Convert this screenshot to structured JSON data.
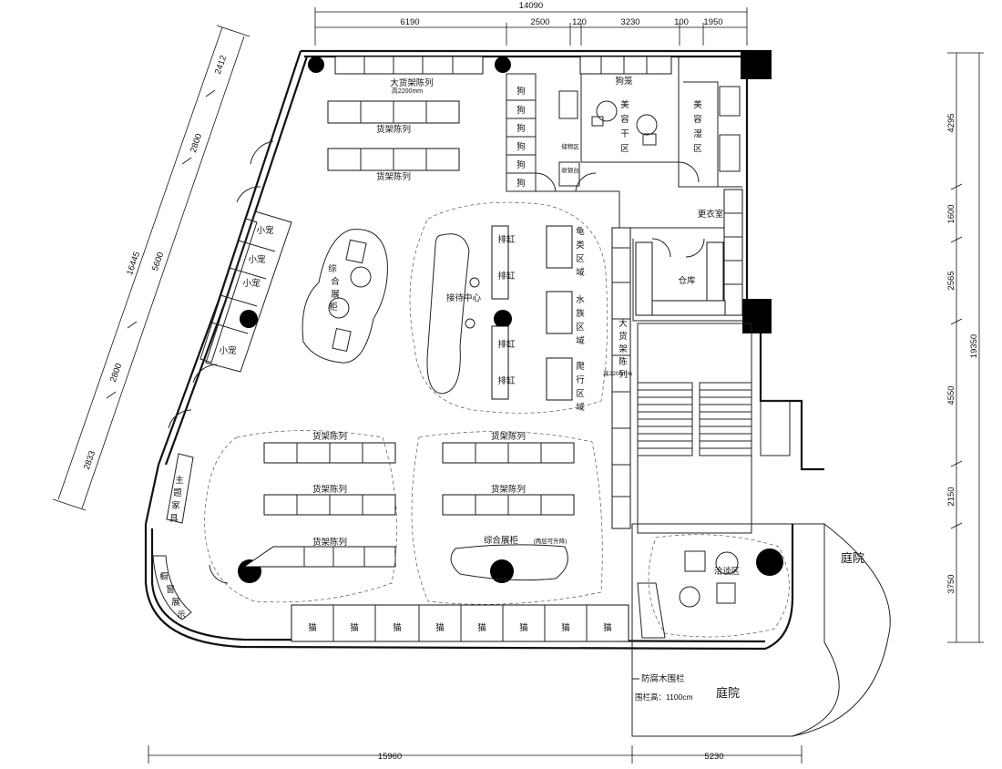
{
  "dimensions": {
    "top_total": "14090",
    "top": [
      "6190",
      "2500",
      "120",
      "3230",
      "100",
      "1950"
    ],
    "right": [
      "4295",
      "1600",
      "2565",
      "4550",
      "2150",
      "3750"
    ],
    "right_total": "19350",
    "left_total": "16445",
    "left": [
      "2412",
      "2800",
      "5600",
      "2800",
      "2833"
    ],
    "bottom": [
      "15960",
      "5230"
    ]
  },
  "labels": {
    "big_shelf": "大货架陈列",
    "big_shelf_height": "高2200mm",
    "shelf": "货架陈列",
    "dog": "狗",
    "dog_cage": "狗笼",
    "grooming_dry": "美容干区",
    "grooming_wet": "美容湿区",
    "small_tag_1": "储物区",
    "small_tag_2": "收银台",
    "changing_room": "更衣室",
    "warehouse": "仓库",
    "small_pet": "小宠",
    "combo_cabinet": "综合展柜",
    "reception": "接待中心",
    "row_tank": "排缸",
    "turtle_area": "龟类区域",
    "aquatic_area": "水族区域",
    "reptile_area": "爬行区域",
    "big_shelf_v": "大货架陈列",
    "big_shelf_v_height": "高2200mm",
    "theme_furniture": "主题家具",
    "window_display": "橱窗展示",
    "combo_cabinet_h": "综合展柜",
    "combo_cabinet_note": "(两层可升降)",
    "negotiation": "洽谈区",
    "courtyard": "庭院",
    "cat": "猫",
    "fence": "防腐木围栏",
    "fence_height": "围栏高：1100cm"
  }
}
